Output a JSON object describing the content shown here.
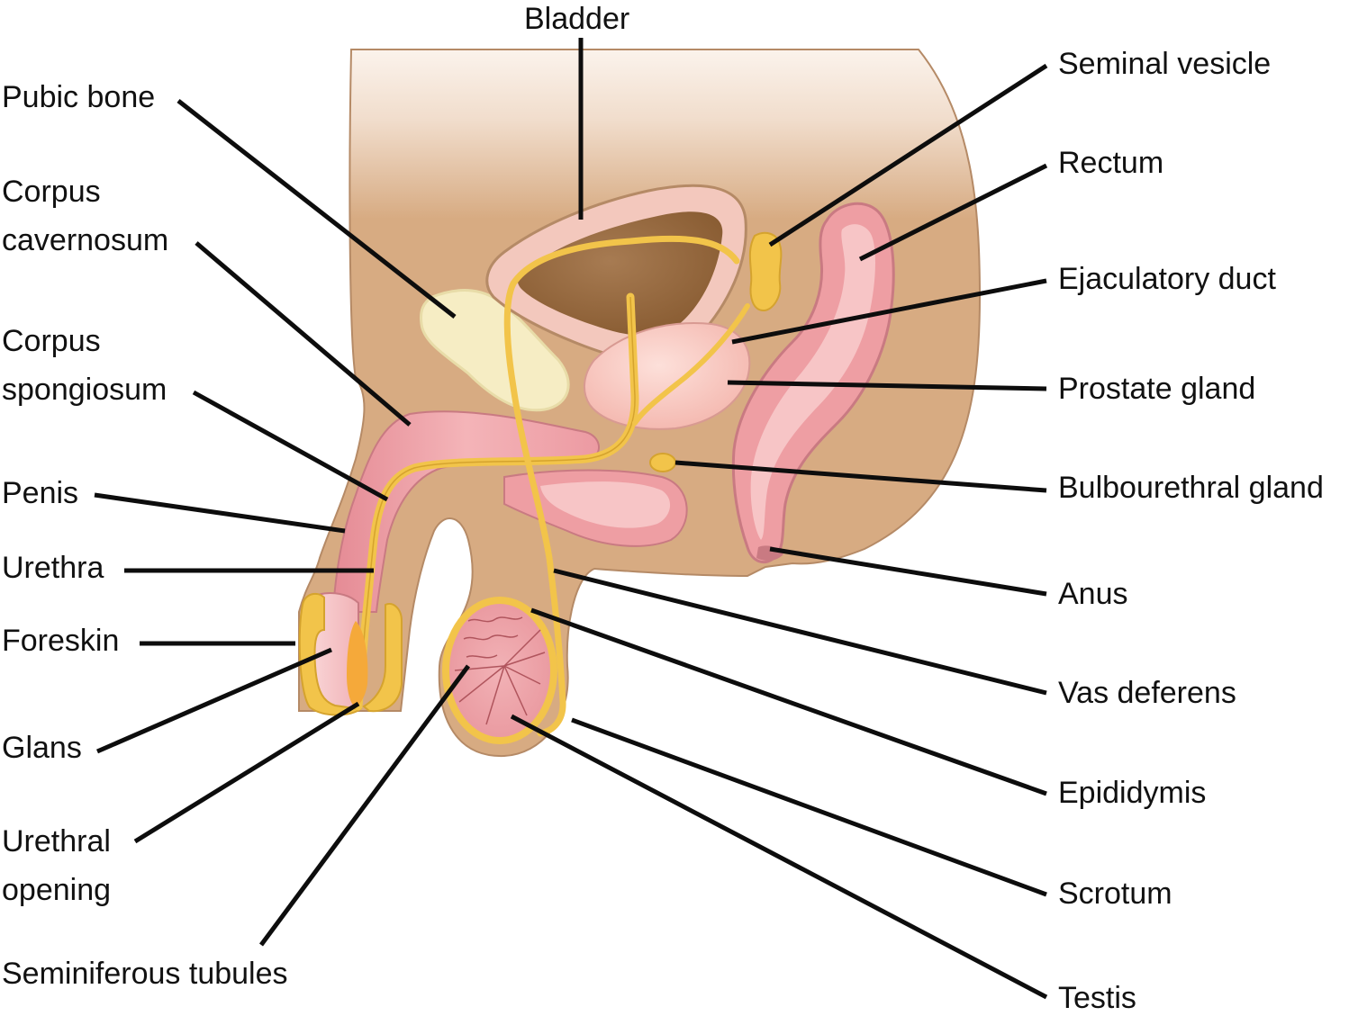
{
  "labels": {
    "bladder": "Bladder",
    "pubic_bone": "Pubic bone",
    "corpus_cavernosum": [
      "Corpus",
      "cavernosum"
    ],
    "corpus_spongiosum": [
      "Corpus",
      "spongiosum"
    ],
    "penis": "Penis",
    "urethra": "Urethra",
    "foreskin": "Foreskin",
    "glans": "Glans",
    "urethral_opening": [
      "Urethral",
      "opening"
    ],
    "seminiferous_tubules": "Seminiferous tubules",
    "seminal_vesicle": "Seminal vesicle",
    "rectum": "Rectum",
    "ejaculatory_duct": "Ejaculatory duct",
    "prostate_gland": "Prostate gland",
    "bulbourethral_gland": "Bulbourethral gland",
    "anus": "Anus",
    "vas_deferens": "Vas deferens",
    "epididymis": "Epididymis",
    "scrotum": "Scrotum",
    "testis": "Testis"
  },
  "colors": {
    "body": "#d7ab82",
    "body_outline": "#b58a66",
    "body_fade": "#f4e7dc",
    "tissue_pink": "#ee9ea3",
    "tissue_light": "#f7c5c6",
    "bladder_wall": "#f3c8bd",
    "bladder_lumen": "#93663f",
    "duct_yellow": "#f2c44a",
    "bone": "#f6edc4",
    "leader": "#0d0d0d"
  }
}
